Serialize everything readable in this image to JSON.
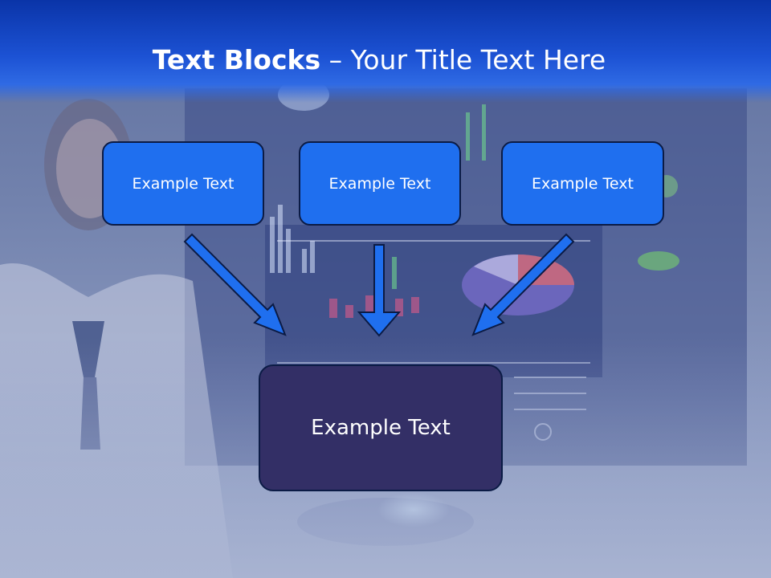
{
  "slide": {
    "title_bold": "Text Blocks",
    "title_dash": " – ",
    "title_rest": "Your Title Text Here"
  },
  "boxes": {
    "top_left": "Example Text",
    "top_middle": "Example Text",
    "top_right": "Example Text",
    "center": "Example Text"
  },
  "colors": {
    "title_bar": "#1c52d4",
    "small_box_fill": "#1f6fef",
    "center_box_fill": "#332f66",
    "arrow_fill": "#1f6fef",
    "box_border": "#0b1b45"
  }
}
